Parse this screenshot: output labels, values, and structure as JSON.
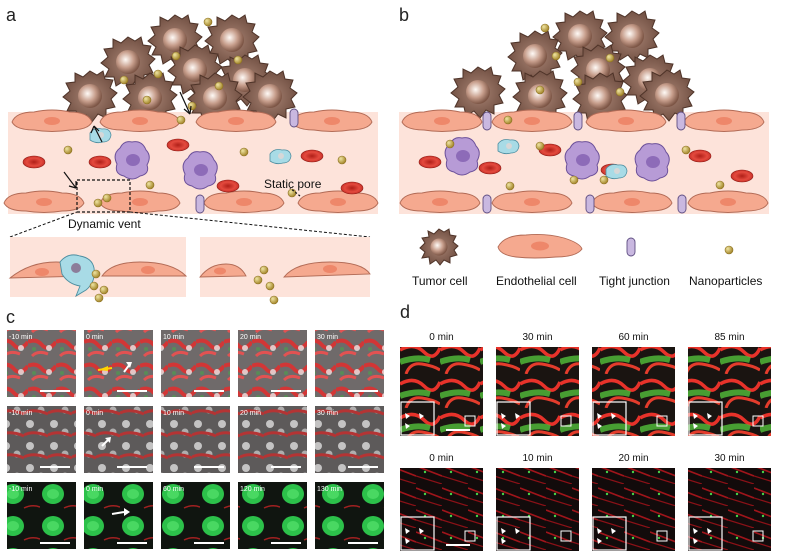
{
  "panels": {
    "a": "a",
    "b": "b",
    "c": "c",
    "d": "d"
  },
  "diagram_a": {
    "dynamic_vent": "Dynamic vent",
    "static_pore": "Static pore"
  },
  "legend": {
    "tumor_cell": "Tumor cell",
    "endothelial_cell": "Endothelial cell",
    "tight_junction": "Tight junction",
    "nanoparticles": "Nanoparticles"
  },
  "panel_c": {
    "rows": [
      {
        "times": [
          "-10 min",
          "0 min",
          "10 min",
          "20 min",
          "30 min"
        ],
        "style": "tissue-red"
      },
      {
        "times": [
          "-10 min",
          "0 min",
          "10 min",
          "20 min",
          "30 min"
        ],
        "style": "tissue-gray"
      },
      {
        "times": [
          "-10 min",
          "0 min",
          "60 min",
          "120 min",
          "130 min"
        ],
        "style": "green-nuclei"
      }
    ]
  },
  "panel_d": {
    "rows": [
      {
        "times": [
          "0 min",
          "30 min",
          "60 min",
          "85 min"
        ],
        "style": "vessels-green"
      },
      {
        "times": [
          "0 min",
          "10 min",
          "20 min",
          "30 min"
        ],
        "style": "vessels-dark"
      }
    ]
  },
  "colors": {
    "tumor": "#8b6a5c",
    "endothelium": "#f7b79f",
    "lumen": "#fde3da",
    "rbc": "#d9342b",
    "nanoparticle": "#c4a43c",
    "junction": "#c9b8e0",
    "macrophage": "#b79bd6",
    "monocyte": "#9fd3e0"
  }
}
